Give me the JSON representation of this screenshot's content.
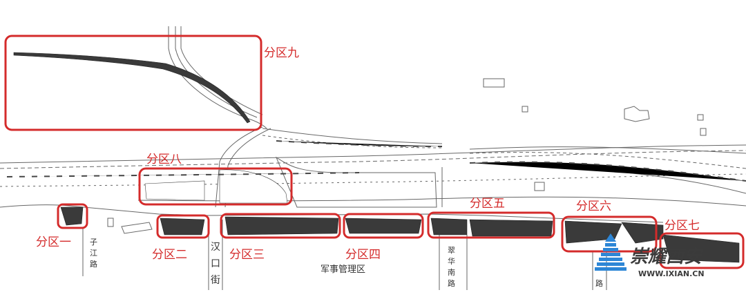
{
  "zones": [
    {
      "id": "1",
      "label": "分区一"
    },
    {
      "id": "2",
      "label": "分区二"
    },
    {
      "id": "3",
      "label": "分区三"
    },
    {
      "id": "4",
      "label": "分区四"
    },
    {
      "id": "5",
      "label": "分区五"
    },
    {
      "id": "6",
      "label": "分区六"
    },
    {
      "id": "7",
      "label": "分区七"
    },
    {
      "id": "8",
      "label": "分区八"
    },
    {
      "id": "9",
      "label": "分区九"
    }
  ],
  "streets": {
    "zijiang": [
      "子",
      "江",
      "路"
    ],
    "hankou": [
      "汉",
      "口",
      "街"
    ],
    "cuihua": [
      "翠",
      "华",
      "南",
      "路"
    ],
    "right_road": [
      "路"
    ]
  },
  "area_label": "军事管理区",
  "watermark": {
    "title": "崇耀西安",
    "url": "WWW.IXIAN.CN"
  },
  "colors": {
    "zone_outline": "#d42b2b",
    "plan_lines": "#555555",
    "fill_dark": "#3a3a3a"
  }
}
